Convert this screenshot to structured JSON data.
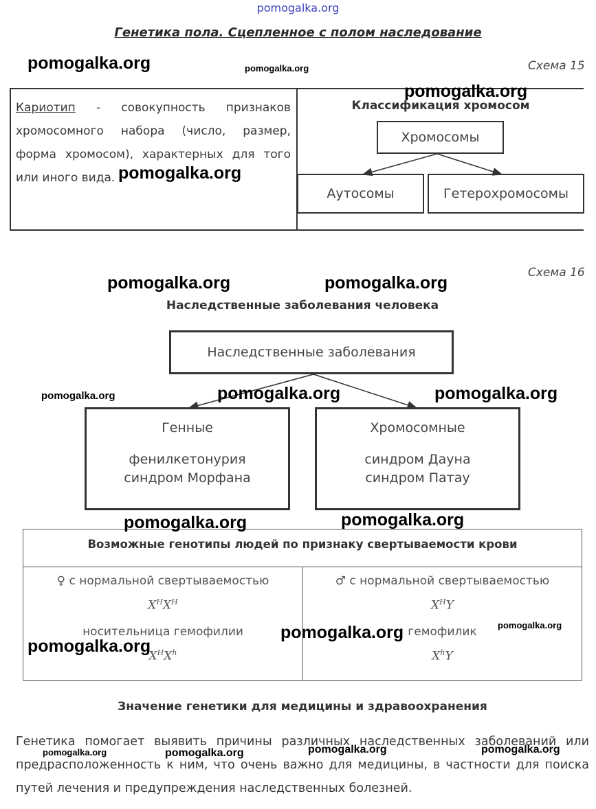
{
  "watermark_top": "pomogalka.org",
  "page_title": "Генетика пола. Сцепленное с полом наследование",
  "scheme15": {
    "label": "Схема 15",
    "karyotype_term": "Кариотип",
    "karyotype_definition": " - совокупность признаков хромосомного набора (число, размер, форма хромосом), характерных для того или иного вида.",
    "classification_title": "Классификация хромосом",
    "root": "Хромосомы",
    "left_child": "Аутосомы",
    "right_child": "Гетерохромосомы"
  },
  "scheme16": {
    "label": "Схема 16",
    "title": "Наследственные заболевания человека",
    "root": "Наследственные заболевания",
    "genetic": {
      "heading": "Генные",
      "items": [
        "фенилкетонурия",
        "синдром Морфана"
      ]
    },
    "chromosomal": {
      "heading": "Хромосомные",
      "items": [
        "синдром Дауна",
        "синдром Патау"
      ]
    }
  },
  "genotypes": {
    "title": "Возможные генотипы людей по признаку свертываемости крови",
    "female": {
      "symbol": "♀",
      "normal_label": "с нормальной свертываемостью",
      "normal_formula": {
        "base1": "X",
        "sup1": "H",
        "base2": "X",
        "sup2": "H"
      },
      "carrier_label": "носительница гемофилии",
      "carrier_formula": {
        "base1": "X",
        "sup1": "H",
        "base2": "X",
        "sup2": "h"
      }
    },
    "male": {
      "symbol": "♂",
      "normal_label": "с нормальной свертываемостью",
      "normal_formula": {
        "base1": "X",
        "sup1": "H",
        "base2": "Y"
      },
      "hemophiliac_label": "гемофилик",
      "hemophiliac_formula": {
        "base1": "X",
        "sup1": "h",
        "base2": "Y"
      }
    }
  },
  "medicine": {
    "title": "Значение генетики для медицины и здравоохранения",
    "text": "Генетика помогает выявить причины различных наследственных заболеваний или предрасположенность к ним, что очень важно для медицины, в частности для поиска путей лечения и предупреждения наследственных болезней."
  },
  "watermarks": {
    "text": "pomogalka.org"
  }
}
